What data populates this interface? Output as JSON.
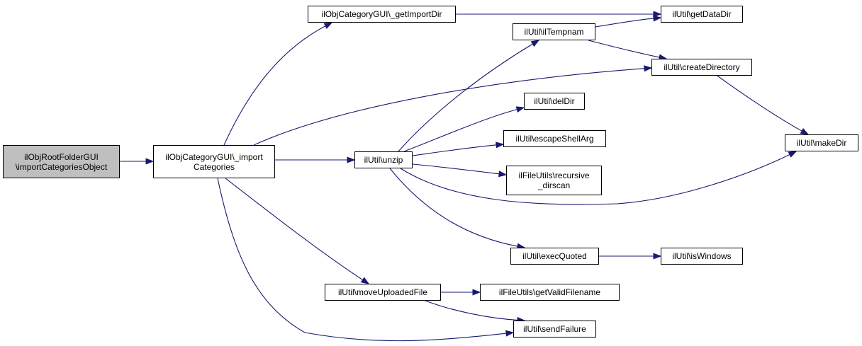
{
  "nodes": {
    "root": [
      "ilObjRootFolderGUI",
      "\\importCategoriesObject"
    ],
    "import_categories": [
      "ilObjCategoryGUI\\_import",
      "Categories"
    ],
    "get_import_dir": [
      "ilObjCategoryGUI\\_getImportDir"
    ],
    "il_tempnam": [
      "ilUtil\\ilTempnam"
    ],
    "get_data_dir": [
      "ilUtil\\getDataDir"
    ],
    "create_directory": [
      "ilUtil\\createDirectory"
    ],
    "del_dir": [
      "ilUtil\\delDir"
    ],
    "escape_shell_arg": [
      "ilUtil\\escapeShellArg"
    ],
    "unzip": [
      "ilUtil\\unzip"
    ],
    "make_dir": [
      "ilUtil\\makeDir"
    ],
    "recursive_dirscan": [
      "ilFileUtils\\recursive",
      "_dirscan"
    ],
    "exec_quoted": [
      "ilUtil\\execQuoted"
    ],
    "is_windows": [
      "ilUtil\\isWindows"
    ],
    "move_uploaded_file": [
      "ilUtil\\moveUploadedFile"
    ],
    "get_valid_filename": [
      "ilFileUtils\\getValidFilename"
    ],
    "send_failure": [
      "ilUtil\\sendFailure"
    ]
  },
  "edges": [
    [
      "root",
      "import_categories"
    ],
    [
      "import_categories",
      "get_import_dir"
    ],
    [
      "import_categories",
      "create_directory"
    ],
    [
      "import_categories",
      "unzip"
    ],
    [
      "import_categories",
      "move_uploaded_file"
    ],
    [
      "import_categories",
      "send_failure"
    ],
    [
      "get_import_dir",
      "get_data_dir"
    ],
    [
      "il_tempnam",
      "get_data_dir"
    ],
    [
      "il_tempnam",
      "create_directory"
    ],
    [
      "create_directory",
      "make_dir"
    ],
    [
      "unzip",
      "il_tempnam"
    ],
    [
      "unzip",
      "del_dir"
    ],
    [
      "unzip",
      "escape_shell_arg"
    ],
    [
      "unzip",
      "recursive_dirscan"
    ],
    [
      "unzip",
      "make_dir"
    ],
    [
      "unzip",
      "exec_quoted"
    ],
    [
      "exec_quoted",
      "is_windows"
    ],
    [
      "move_uploaded_file",
      "get_valid_filename"
    ],
    [
      "move_uploaded_file",
      "send_failure"
    ]
  ]
}
